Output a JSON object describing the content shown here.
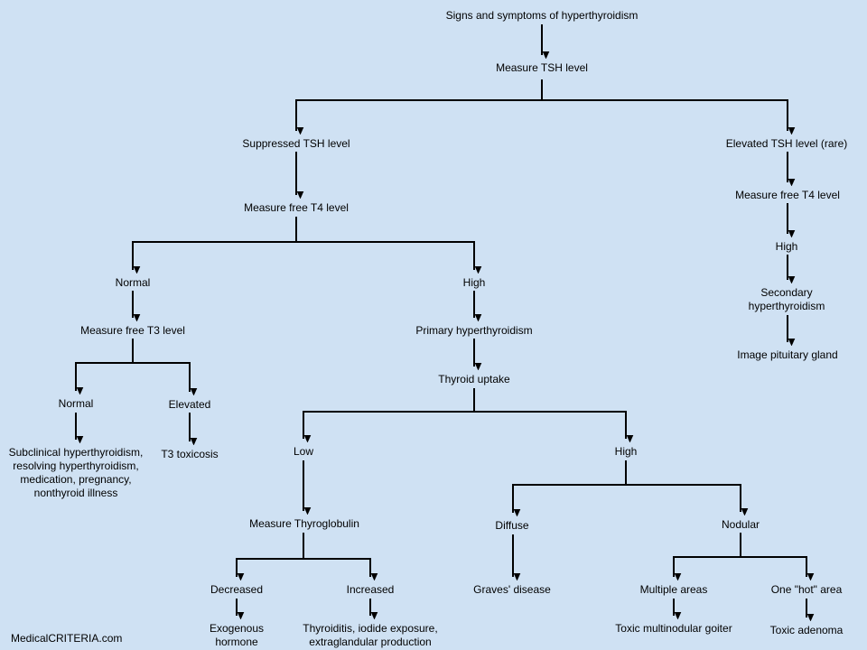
{
  "nodes": {
    "root": "Signs and symptoms of hyperthyroidism",
    "measure_tsh": "Measure TSH level",
    "suppressed_tsh": "Suppressed TSH level",
    "elevated_tsh": "Elevated TSH level (rare)",
    "measure_free_t4_left": "Measure free T4 level",
    "measure_free_t4_right": "Measure free T4 level",
    "t4_normal": "Normal",
    "t4_high": "High",
    "right_high": "High",
    "measure_free_t3": "Measure free T3 level",
    "primary_hyperthyroidism": "Primary hyperthyroidism",
    "secondary_hyperthyroidism": "Secondary hyperthyroidism",
    "image_pituitary": "Image pituitary gland",
    "t3_normal": "Normal",
    "t3_elevated": "Elevated",
    "subclinical": "Subclinical hyperthyroidism, resolving hyperthyroidism, medication, pregnancy, nonthyroid illness",
    "t3_toxicosis": "T3 toxicosis",
    "thyroid_uptake": "Thyroid uptake",
    "uptake_low": "Low",
    "uptake_high": "High",
    "measure_thyroglobulin": "Measure Thyroglobulin",
    "diffuse": "Diffuse",
    "nodular": "Nodular",
    "tg_decreased": "Decreased",
    "tg_increased": "Increased",
    "graves": "Graves' disease",
    "multiple_areas": "Multiple areas",
    "one_hot_area": "One \"hot\" area",
    "exogenous_hormone": "Exogenous hormone",
    "thyroiditis": "Thyroiditis, iodide exposure, extraglandular production",
    "toxic_multinodular_goiter": "Toxic multinodular goiter",
    "toxic_adenoma": "Toxic adenoma"
  },
  "footer": "MedicalCRITERIA.com"
}
